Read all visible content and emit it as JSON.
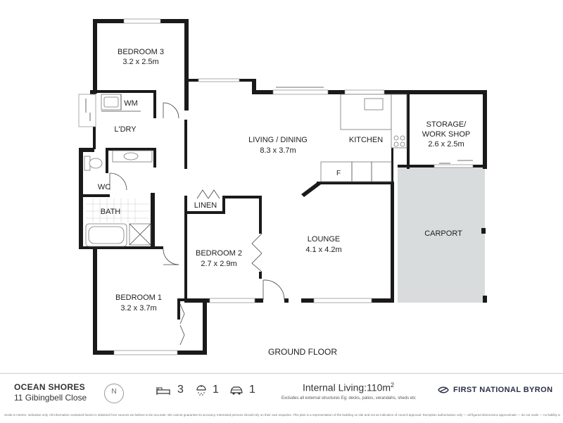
{
  "rooms": {
    "bedroom3": {
      "name": "BEDROOM 3",
      "dims": "3.2 x 2.5m"
    },
    "wm": "WM",
    "laundry": "L'DRY",
    "wc": "WC",
    "bath": "BATH",
    "living": {
      "name": "LIVING / DINING",
      "dims": "8.3 x 3.7m"
    },
    "kitchen": "KITCHEN",
    "fridge": "F",
    "storage": {
      "line1": "STORAGE/",
      "line2": "WORK SHOP",
      "dims": "2.6 x 2.5m"
    },
    "carport": "CARPORT",
    "linen": "LINEN",
    "bedroom2": {
      "name": "BEDROOM 2",
      "dims": "2.7 x 2.9m"
    },
    "lounge": {
      "name": "LOUNGE",
      "dims": "4.1 x 4.2m"
    },
    "bedroom1": {
      "name": "BEDROOM 1",
      "dims": "3.2 x 3.7m"
    }
  },
  "floor_label": "GROUND FLOOR",
  "footer": {
    "suburb": "OCEAN SHORES",
    "street": "11 Gibingbell Close",
    "compass": "N",
    "beds": "3",
    "baths": "1",
    "cars": "1",
    "internal_living": "Internal Living:110m",
    "internal_living_sup": "2",
    "exclusions": "Excludes all external structures Eg: decks, patios, verandahs, sheds etc",
    "brand": "FIRST NATIONAL BYRON",
    "disclaimer": "Scale in metres. Indicative only. All information contained herein is obtained from sources we believe to be accurate. We cannot guarantee its accuracy. Interested persons should rely on their own enquiries. This plan is a representation of the building on site and not an indication of council approval. Reception authorisation only — all figured dimensions approximate — do not scale — no liability accepted"
  },
  "colors": {
    "wall": "#1a1a1a",
    "carport_fill": "#d8dcdc",
    "brand": "#2a2f45"
  }
}
